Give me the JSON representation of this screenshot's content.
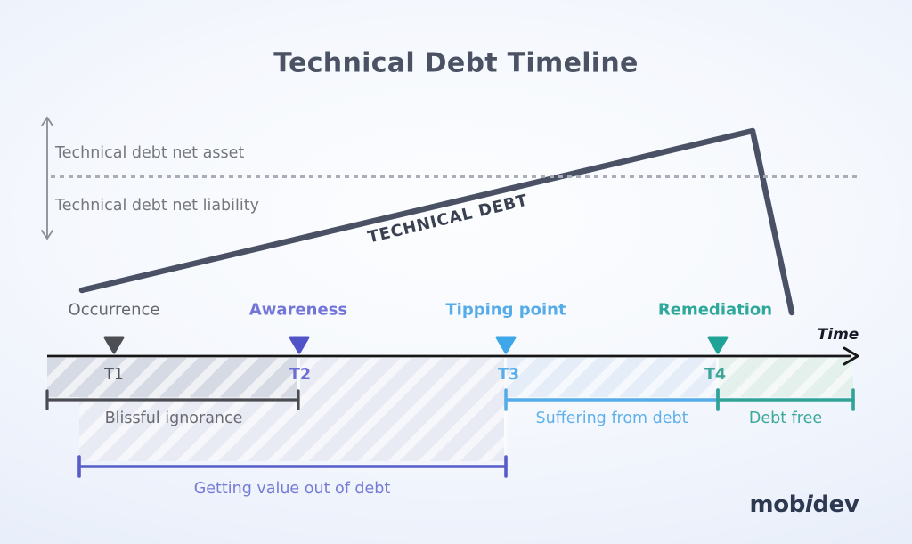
{
  "title": "Technical Debt Timeline",
  "y_axis": {
    "asset_label": "Technical debt net asset",
    "liability_label": "Technical debt net liability"
  },
  "curve_label": "TECHNICAL DEBT",
  "time_label": "Time",
  "milestones": [
    {
      "id": "occurrence",
      "label": "Occurrence",
      "t": "T1",
      "color": "#4e4e55"
    },
    {
      "id": "awareness",
      "label": "Awareness",
      "t": "T2",
      "color": "#5154c6"
    },
    {
      "id": "tipping-point",
      "label": "Tipping point",
      "t": "T3",
      "color": "#3ea7e9"
    },
    {
      "id": "remediation",
      "label": "Remediation",
      "t": "T4",
      "color": "#1fa396"
    }
  ],
  "phases": [
    {
      "id": "blissful-ignorance",
      "label": "Blissful ignorance",
      "color": "#4b4b52"
    },
    {
      "id": "suffering-from-debt",
      "label": "Suffering from debt",
      "color": "#56ace9"
    },
    {
      "id": "debt-free",
      "label": "Debt free",
      "color": "#31a396"
    },
    {
      "id": "getting-value",
      "label": "Getting value out of debt",
      "color": "#585cc8"
    }
  ],
  "logo": {
    "text": "mobidev",
    "prefix": "mob",
    "accent": "i",
    "suffix": "dev"
  }
}
